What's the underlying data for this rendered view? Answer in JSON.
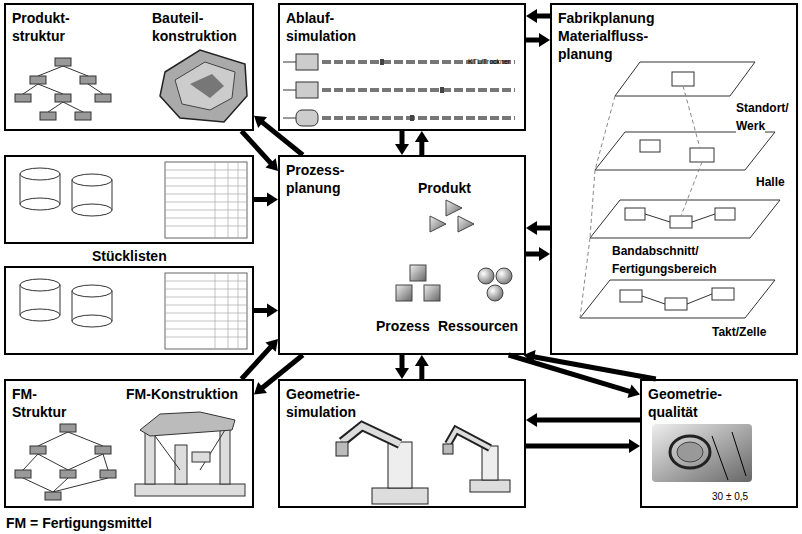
{
  "diagram": {
    "nodes": [
      {
        "text": [
          "Produkt- struktur",
          "Bauteil- konstruktion"
        ]
      },
      {
        "text": [
          "Ablauf- simulation"
        ]
      },
      {
        "text": [
          "Fabrikplanung Materialfluss- planung"
        ]
      },
      {
        "text": [
          "Stücklisten"
        ]
      },
      {
        "text": []
      },
      {
        "text": [
          "Prozess- planung",
          "Produkt",
          "Prozess",
          "Ressourcen"
        ]
      },
      {
        "text": [
          "FM- Struktur",
          "FM-Konstruktion"
        ]
      },
      {
        "text": [
          "Geometrie- simulation"
        ]
      },
      {
        "text": [
          "Geometrie- qualität"
        ]
      }
    ],
    "edges": [
      {
        "from": 0,
        "to": 5,
        "arrow": "to"
      },
      {
        "from": 5,
        "to": 0,
        "arrow": "to"
      },
      {
        "from": 1,
        "to": 5,
        "arrow": "to"
      },
      {
        "from": 5,
        "to": 1,
        "arrow": "to"
      },
      {
        "from": 2,
        "to": 1,
        "arrow": "to"
      },
      {
        "from": 1,
        "to": 2,
        "arrow": "to"
      },
      {
        "from": 3,
        "to": 5,
        "arrow": "to"
      },
      {
        "from": 4,
        "to": 5,
        "arrow": "to"
      },
      {
        "from": 2,
        "to": 5,
        "arrow": "to"
      },
      {
        "from": 5,
        "to": 2,
        "arrow": "to"
      },
      {
        "from": 6,
        "to": 5,
        "arrow": "to"
      },
      {
        "from": 5,
        "to": 6,
        "arrow": "to"
      },
      {
        "from": 5,
        "to": 7,
        "arrow": "to"
      },
      {
        "from": 7,
        "to": 5,
        "arrow": "to"
      },
      {
        "from": 5,
        "to": 8,
        "arrow": "to"
      },
      {
        "from": 8,
        "to": 5,
        "arrow": "to"
      },
      {
        "from": 8,
        "to": 7,
        "arrow": "to"
      },
      {
        "from": 7,
        "to": 8,
        "arrow": "to"
      }
    ],
    "labels": [
      "KTL/Trockner",
      "Standort/ Werk",
      "Halle",
      "Bandabschnitt/ Fertigungsbereich",
      "Takt/Zelle",
      "30 ± 0,5",
      "FM = Fertigungsmittel"
    ]
  }
}
